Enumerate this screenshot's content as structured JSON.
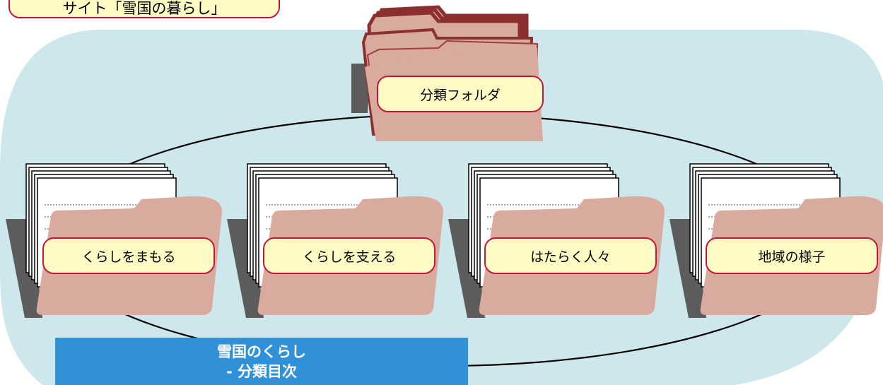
{
  "title_box": {
    "text": "サイト「雪国の暮らし」"
  },
  "root_folder": {
    "label": "分類フォルダ"
  },
  "categories": [
    {
      "label": "くらしをまもる"
    },
    {
      "label": "くらしを支える"
    },
    {
      "label": "はたらく人々"
    },
    {
      "label": "地域の様子"
    }
  ],
  "banner": {
    "line1": "雪国のくらし",
    "line2": "- 分類目次"
  },
  "colors": {
    "background_blob": "#cde7ed",
    "folder_fill": "#d9aa9e",
    "folder_edge": "#b24a4a",
    "label_fill": "#fefcc4",
    "label_border": "#c8143c",
    "shadow": "#5c5c5c",
    "banner_fill": "#3090d8"
  }
}
